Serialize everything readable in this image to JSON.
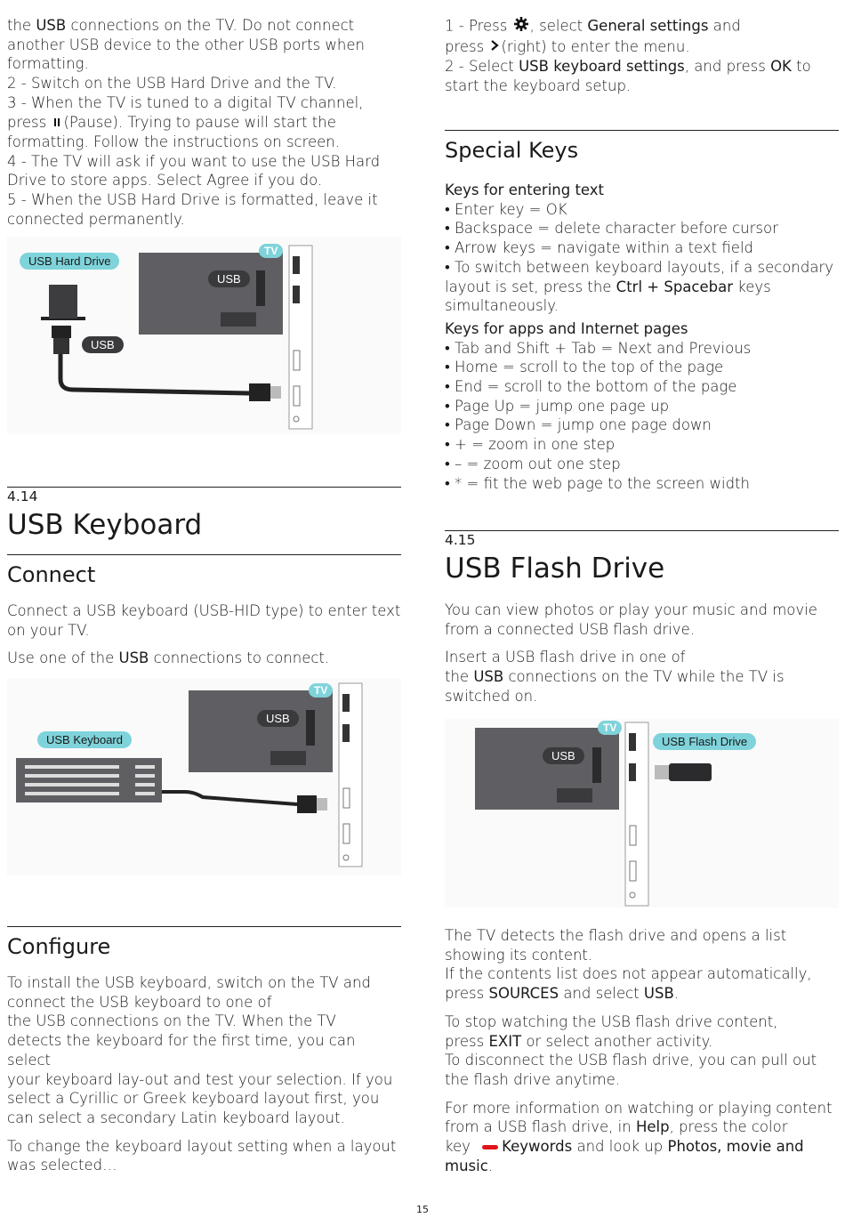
{
  "left": {
    "intro": [
      [
        "the  ",
        "USB",
        " connections on the TV. Do not connect"
      ],
      [
        "another USB device to the other USB ports when"
      ],
      [
        "formatting."
      ],
      [
        "2 -  Switch on the USB Hard Drive and the TV."
      ],
      [
        "3 -  When the TV is tuned to a digital TV channel,"
      ],
      [
        "press ",
        "(Pause). Trying to pause will start the"
      ],
      [
        "formatting. Follow the instructions on screen."
      ],
      [
        "4 -  The TV will ask if you want to use the USB Hard"
      ],
      [
        "Drive to store apps. Select Agree if you do."
      ],
      [
        "5 -  When the USB Hard Drive is formatted, leave it"
      ],
      [
        "connected permanently."
      ]
    ],
    "fig1": {
      "label_drive": "USB Hard Drive",
      "label_usb": "USB",
      "label_tv_usb": "USB",
      "tv": "TV"
    },
    "sec414": {
      "num": "4.14",
      "title": "USB Keyboard"
    },
    "connect": {
      "title": "Connect",
      "p1a": "Connect a USB keyboard (USB-HID type) to enter text",
      "p1b": "on your TV.",
      "p2a": "Use one of the  ",
      "p2b": "USB",
      "p2c": " connections to connect."
    },
    "fig2": {
      "label_kb": "USB Keyboard",
      "label_tv_usb": "USB",
      "tv": "TV"
    },
    "configure": {
      "title": "Configure",
      "lines": [
        "To install the USB keyboard, switch on the TV and",
        "connect the USB keyboard to one of",
        "the  USB connections on the TV. When the TV",
        "detects the keyboard for the first time, you can select",
        "your keyboard lay-out and test your selection. If you",
        "select a Cyrillic or Greek keyboard layout first, you",
        "can select a secondary Latin keyboard layout."
      ],
      "p2a": "To change the keyboard layout setting when a layout",
      "p2b": "was selected…"
    }
  },
  "right": {
    "steps": {
      "s1a": "1 -  Press ",
      "s1b": ", select  ",
      "s1c": "General settings",
      "s1d": " and",
      "s1e": "press ",
      "s1f": "(right) to enter the menu.",
      "s2a": "2 -  Select  ",
      "s2b": "USB keyboard settings",
      "s2c": ", and press  ",
      "s2d": "OK",
      "s2e": " to",
      "s2f": "start the keyboard setup."
    },
    "special": {
      "title": "Special Keys",
      "sub1": "Keys for entering text",
      "items1": [
        "• Enter key = OK",
        "• Backspace = delete character before cursor",
        "• Arrow keys = navigate within a text field",
        "• To switch between keyboard layouts, if a secondary"
      ],
      "layout_a": "layout is set, press the ",
      "layout_b": "Ctrl + Spacebar",
      "layout_c": " keys",
      "layout_d": "simultaneously.",
      "sub2": "Keys for apps and Internet pages",
      "items2": [
        "• Tab and Shift + Tab = Next and Previous",
        "• Home = scroll to the top of the page",
        "• End = scroll to the bottom of the page",
        "• Page Up = jump one page up",
        "• Page Down = jump one page down",
        "• + = zoom in one step",
        "• – = zoom out one step",
        "• * = fit the web page to the screen width"
      ]
    },
    "sec415": {
      "num": "4.15",
      "title": "USB Flash Drive"
    },
    "flash": {
      "p1a": "You can view photos or play your music and movie",
      "p1b": "from a connected USB flash drive.",
      "p2a": "Insert a USB flash drive in one of",
      "p2b": "the  ",
      "p2c": "USB",
      "p2d": " connections on the TV while the TV is",
      "p2e": "switched on."
    },
    "fig3": {
      "label_flash": "USB Flash Drive",
      "label_tv_usb": "USB",
      "tv": "TV"
    },
    "detect": {
      "l1": "The TV detects the flash drive and opens a list",
      "l2": "showing its content.",
      "l3": "If the contents list does not appear automatically,",
      "l4a": "press ",
      "l4b": "SOURCES",
      "l4c": "  and select   ",
      "l4d": "USB",
      "l4e": ".",
      "s1": "To stop watching the USB flash drive content,",
      "s2a": "press ",
      "s2b": "EXIT",
      "s2c": "  or select another activity.",
      "s3": "To disconnect the USB flash drive, you can pull out",
      "s4": "the flash drive anytime.",
      "m1": "For more information on watching or playing content",
      "m2a": "from a USB flash drive, in  ",
      "m2b": "Help",
      "m2c": ", press the color",
      "m3a": "key ",
      "m3b": "Keywords",
      "m3c": "  and look up   ",
      "m3d": "Photos, movie and",
      "m4": "music",
      "m4e": "."
    }
  },
  "page_number": "15",
  "colors": {
    "label_bg": "#7fd3da",
    "tv_grey": "#5f5f63",
    "red_key": "#e0141a"
  }
}
